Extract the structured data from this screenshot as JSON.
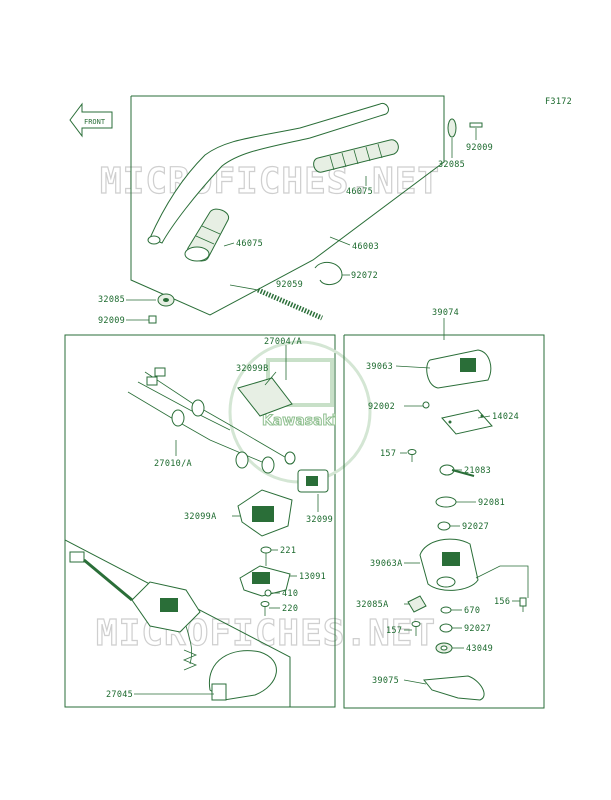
{
  "figure_code": "F3172",
  "front_label": "FRONT",
  "watermark": "MICROFICHES.NET",
  "logo_text": "Kawasaki",
  "parts": {
    "p46003": "46003",
    "p46075_top": "46075",
    "p46075_left": "46075",
    "p32085_top": "32085",
    "p32085_left": "32085",
    "p92009_top": "92009",
    "p92009_left": "92009",
    "p92072": "92072",
    "p92059": "92059",
    "p27004a": "27004/A",
    "p32099b": "32099B",
    "p27010a": "27010/A",
    "p32099a": "32099A",
    "p32099": "32099",
    "p221": "221",
    "p13091": "13091",
    "p410": "410",
    "p220": "220",
    "p27045": "27045",
    "p39074": "39074",
    "p39063": "39063",
    "p92002": "92002",
    "p14024": "14024",
    "p157_top": "157",
    "p21083": "21083",
    "p92081": "92081",
    "p92027_top": "92027",
    "p39063a": "39063A",
    "p156": "156",
    "p32085a": "32085A",
    "p670": "670",
    "p157_bottom": "157",
    "p92027_bottom": "92027",
    "p43049": "43049",
    "p39075": "39075"
  }
}
